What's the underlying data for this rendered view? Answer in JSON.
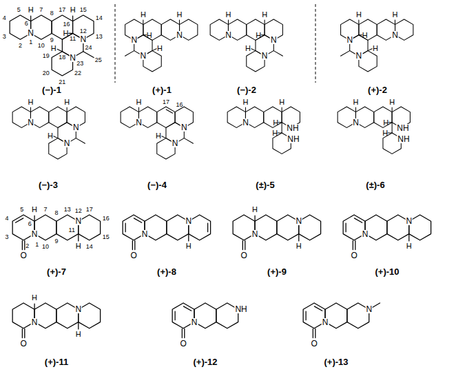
{
  "diagram": {
    "labels": [
      "H",
      "H",
      "5",
      "7",
      "8",
      "17",
      "15",
      "4",
      "6",
      "16",
      "14",
      "H",
      "N",
      "3",
      "13",
      "11",
      "12",
      "9",
      "1",
      "N",
      "2",
      "10",
      "24",
      "H",
      "18",
      "19",
      "N",
      "23",
      "25",
      "20",
      "22",
      "21",
      "(−)-1",
      "H",
      "H",
      "H",
      "N",
      "N",
      "H",
      "N",
      "(+)-1",
      "H",
      "H",
      "H",
      "N",
      "N",
      "H",
      "N",
      "(−)-2",
      "H",
      "H",
      "H",
      "N",
      "N",
      "H",
      "N",
      "(+)-2",
      "H",
      "H",
      "N",
      "N",
      "H",
      "N",
      "(−)-3",
      "17",
      "16",
      "H",
      "N",
      "N",
      "H",
      "N",
      "(−)-4",
      "H",
      "H",
      "N",
      "H",
      "NH",
      "H",
      "NH",
      "(±)-5",
      "H",
      "H",
      "N",
      "H",
      "NH",
      "H",
      "NH",
      "(±)-6",
      "H",
      "5",
      "7",
      "13",
      "12",
      "17",
      "8",
      "4",
      "6",
      "16",
      "N",
      "11",
      "N",
      "3",
      "15",
      "9",
      "1",
      "2",
      "10",
      "14",
      "H",
      "O",
      "(+)-7",
      "N",
      "N",
      "H",
      "O",
      "(+)-8",
      "H",
      "N",
      "N",
      "H",
      "O",
      "(+)-9",
      "N",
      "N",
      "H",
      "O",
      "(+)-10",
      "H",
      "N",
      "N",
      "H",
      "O",
      "(+)-11",
      "NH",
      "N",
      "O",
      "(+)-12",
      "N",
      "N",
      "O",
      "(+)-13"
    ]
  }
}
